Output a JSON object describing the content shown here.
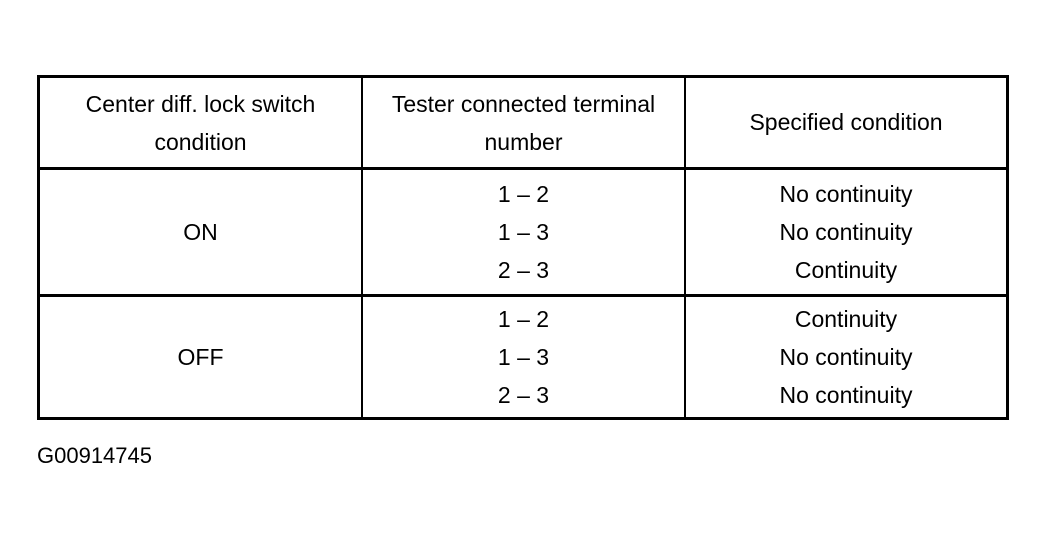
{
  "table": {
    "headers": [
      [
        "Center diff. lock switch",
        "condition"
      ],
      [
        "Tester connected terminal",
        "number"
      ],
      [
        "Specified condition"
      ]
    ],
    "rows": [
      {
        "condition": "ON",
        "terminals": [
          "1 – 2",
          "1 – 3",
          "2 – 3"
        ],
        "results": [
          "No continuity",
          "No continuity",
          "Continuity"
        ]
      },
      {
        "condition": "OFF",
        "terminals": [
          "1 – 2",
          "1 – 3",
          "2 – 3"
        ],
        "results": [
          "Continuity",
          "No continuity",
          "No continuity"
        ]
      }
    ]
  },
  "figure_id": "G00914745"
}
